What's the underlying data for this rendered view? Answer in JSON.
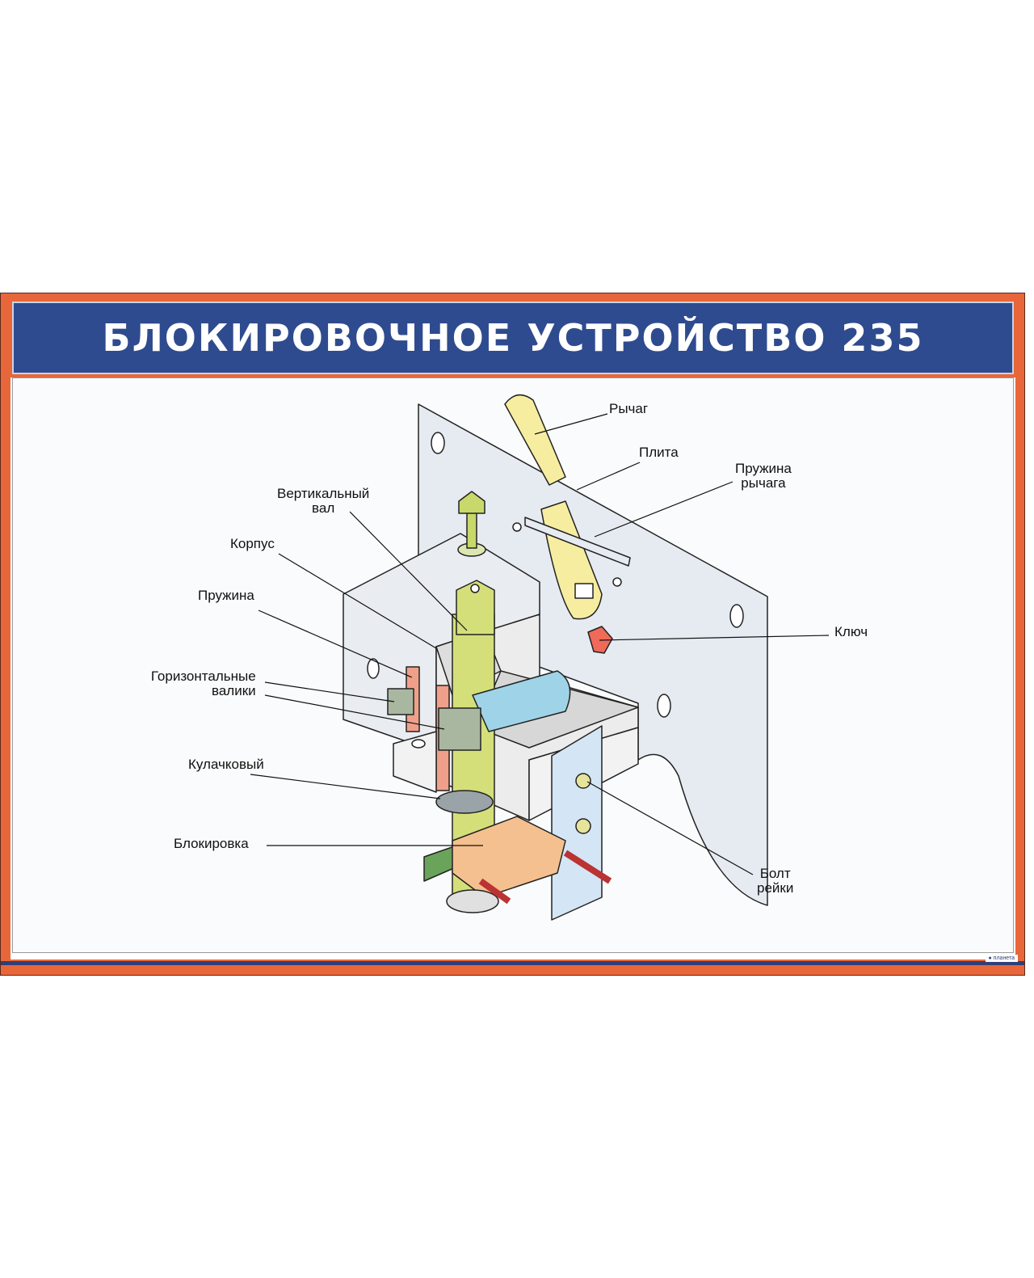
{
  "title": "БЛОКИРОВОЧНОЕ УСТРОЙСТВО 235",
  "labels": {
    "lever": "Рычаг",
    "plate": "Плита",
    "lever_spring_1": "Пружина",
    "lever_spring_2": "рычага",
    "vertical_shaft_1": "Вертикальный",
    "vertical_shaft_2": "вал",
    "housing": "Корпус",
    "spring": "Пружина",
    "horizontal_rollers_1": "Горизонтальные",
    "horizontal_rollers_2": "валики",
    "cam": "Кулачковый",
    "lock": "Блокировка",
    "key": "Ключ",
    "rack_bolt_1": "Болт",
    "rack_bolt_2": "рейки"
  },
  "logo": "планета",
  "colors": {
    "orange": "#e8673a",
    "blue": "#2f4b8f"
  }
}
